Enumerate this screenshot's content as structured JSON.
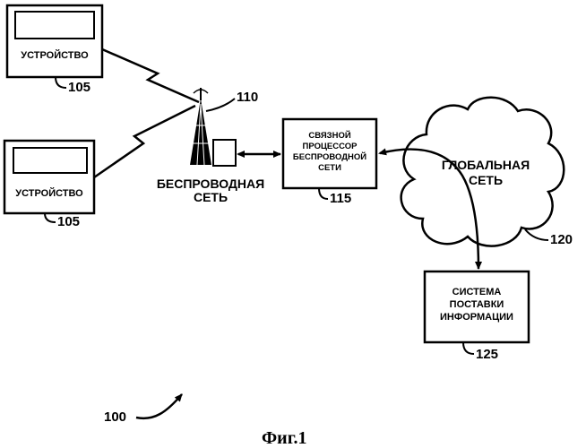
{
  "nodes": {
    "device_top": {
      "label": "УСТРОЙСТВО",
      "ref": "105"
    },
    "device_bottom": {
      "label": "УСТРОЙСТВО",
      "ref": "105"
    },
    "tower": {
      "label": "БЕСПРОВОДНАЯ СЕТЬ",
      "ref": "110"
    },
    "processor": {
      "label": "СВЯЗНОЙ ПРОЦЕССОР БЕСПРОВОДНОЙ СЕТИ",
      "ref": "115"
    },
    "global_network": {
      "label": "ГЛОБАЛЬНАЯ СЕТЬ",
      "ref": "120"
    },
    "info_system": {
      "label": "СИСТЕМА ПОСТАВКИ ИНФОРМАЦИИ",
      "ref": "125"
    }
  },
  "system_ref": "100",
  "caption": "Фиг.1"
}
